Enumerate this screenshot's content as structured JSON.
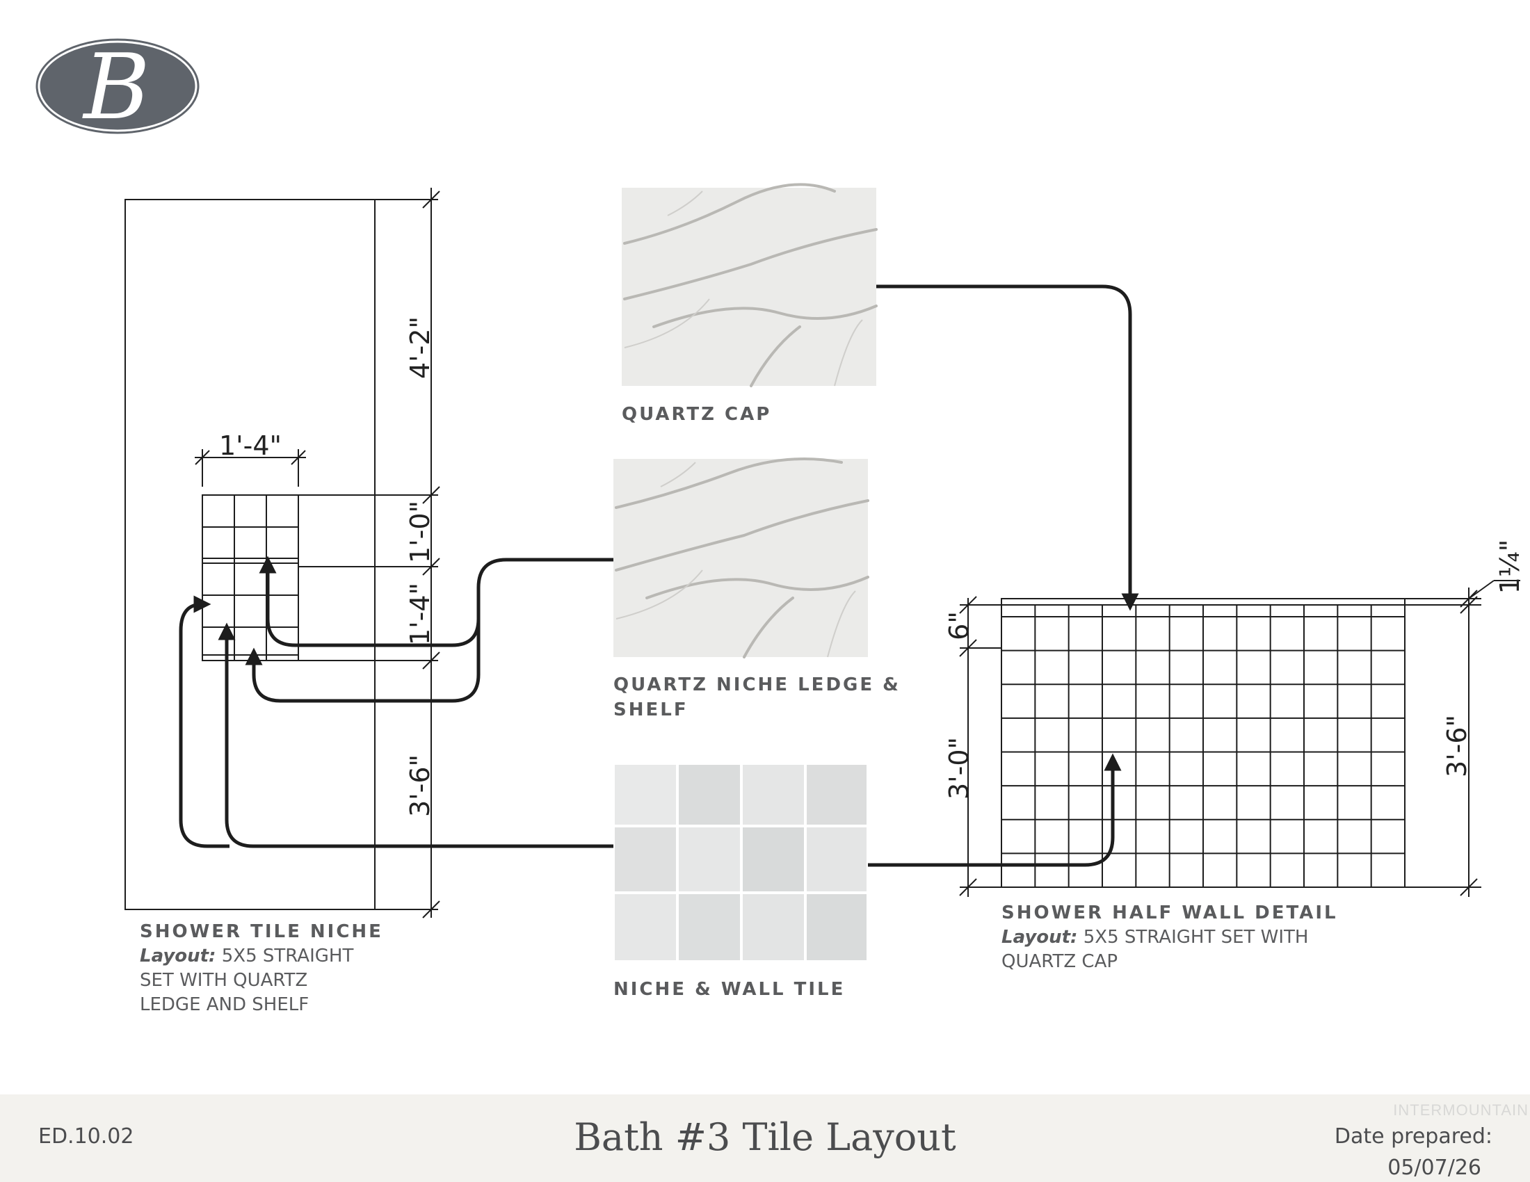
{
  "logo": {
    "letter": "B",
    "color": "#5f646b"
  },
  "dimensions": {
    "left_total_top": "4'-2\"",
    "niche_width": "1'-4\"",
    "niche_upper": "1'-0\"",
    "niche_lower": "1'-4\"",
    "left_total_bottom": "3'-6\"",
    "cap_thickness": "1¼\"",
    "right_cap_band": "6\"",
    "right_lower": "3'-0\"",
    "right_total": "3'-6\""
  },
  "materials": {
    "quartz_cap": "QUARTZ CAP",
    "quartz_niche_line1": "QUARTZ NICHE LEDGE &",
    "quartz_niche_line2": "SHELF",
    "niche_wall_tile": "NICHE & WALL TILE"
  },
  "shower_niche": {
    "title": "SHOWER TILE NICHE",
    "layout_label": "Layout:",
    "layout_line1": "5X5 STRAIGHT",
    "line2": "SET WITH QUARTZ",
    "line3": "LEDGE AND SHELF"
  },
  "half_wall": {
    "title": "SHOWER HALF WALL DETAIL",
    "layout_label": "Layout:",
    "layout_line1": "5X5 STRAIGHT SET WITH",
    "line2": "QUARTZ CAP"
  },
  "footer": {
    "code": "ED.10.02",
    "title": "Bath #3 Tile Layout",
    "date_label": "Date prepared:",
    "date": "05/07/26",
    "watermark": "INTERMOUNTAIN"
  },
  "colors": {
    "line": "#1d1d1d",
    "quartz": "#e9e9e7",
    "vein": "#b9b8b4",
    "tile": "#e4e5e5",
    "footer_bg": "#f3f2ee"
  }
}
